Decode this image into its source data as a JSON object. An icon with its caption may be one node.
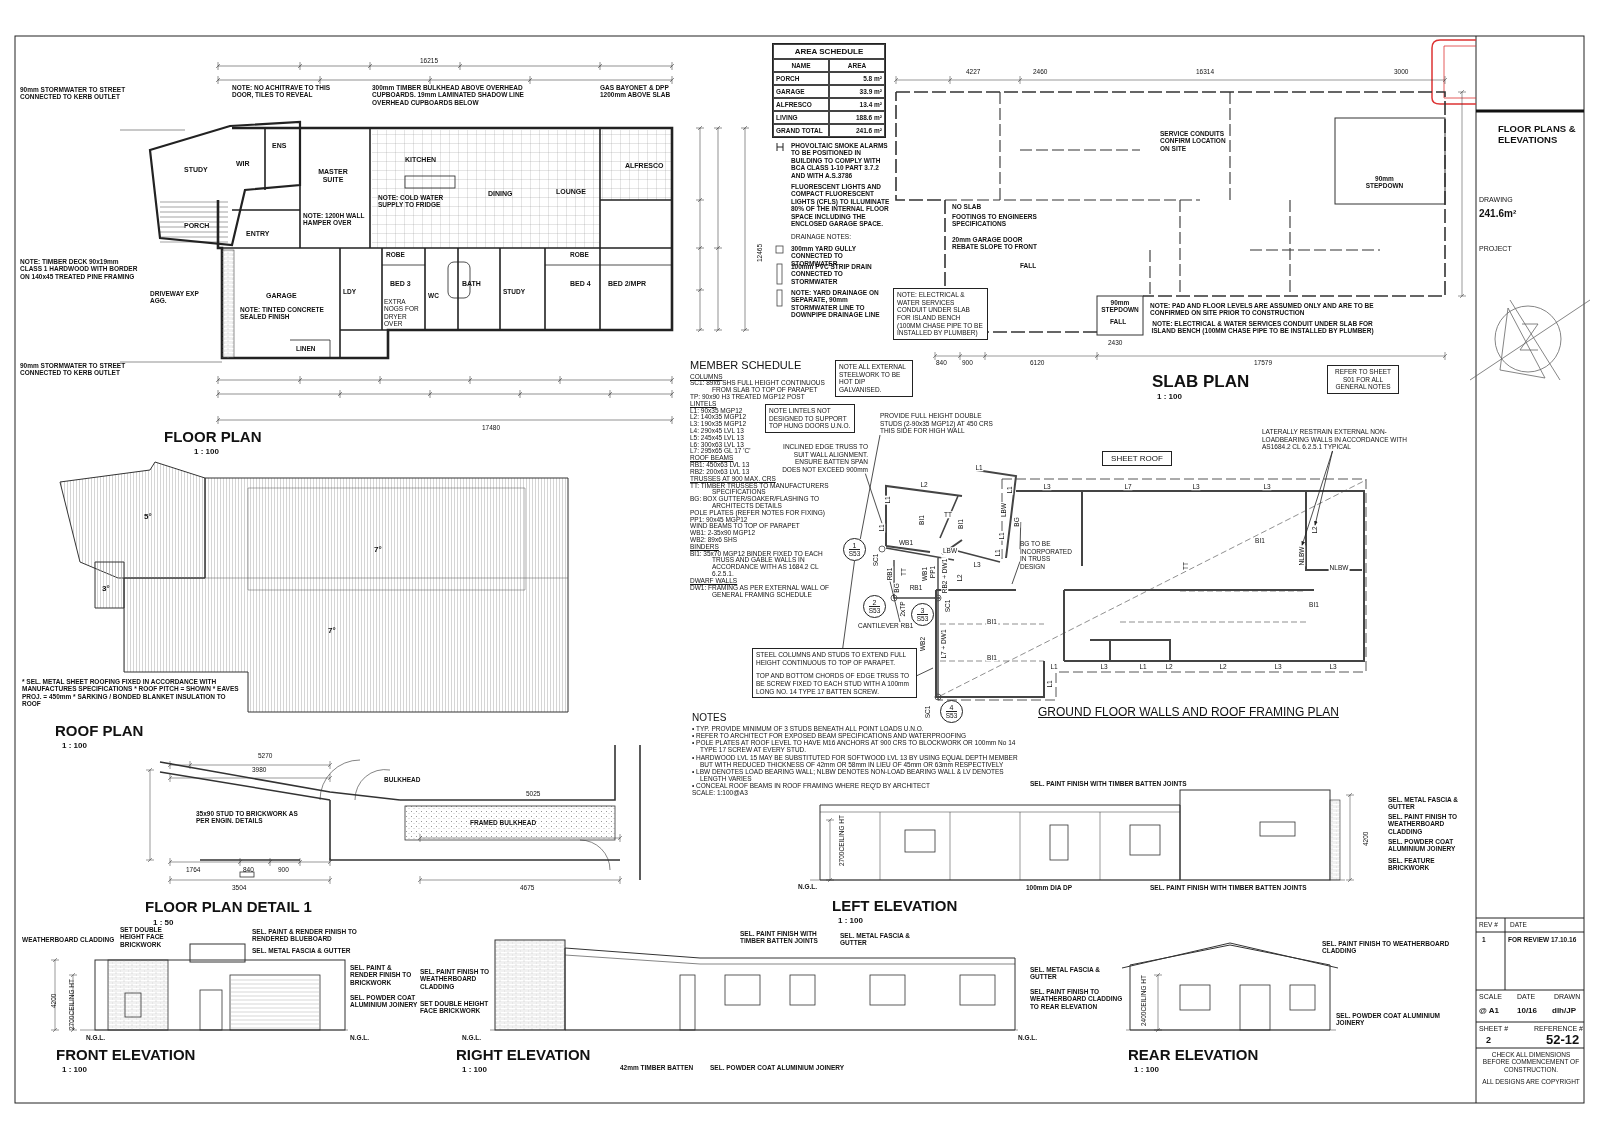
{
  "diagram": {
    "nodes": [
      {
        "text": [
          "NOTE ALL EXTERNAL STEELWORK TO BE HOT DIP GALVANISED."
        ]
      },
      {
        "text": [
          "NOTE LINTELS NOT DESIGNED TO SUPPORT TOP HUNG DOORS U.N.O."
        ]
      },
      {
        "text": [
          "INCLINED EDGE TRUSS TO SUIT WALL ALIGNMENT. ENSURE BATTEN SPAN DOES NOT EXCEED 900mm"
        ]
      },
      {
        "text": [
          "PROVIDE FULL HEIGHT DOUBLE STUDS (2-90x35 MGP12) AT 450 CRS THIS SIDE FOR HIGH WALL"
        ]
      },
      {
        "text": [
          "SHEET ROOF"
        ]
      },
      {
        "text": [
          "LATERALLY RESTRAIN EXTERNAL NON-LOADBEARING WALLS IN ACCORDANCE WITH AS1684.2 CL 6.2.5.1 TYPICAL"
        ]
      },
      {
        "text": [
          "BG TO BE INCORPORATED IN TRUSS DESIGN"
        ]
      },
      {
        "text": [
          "CANTILEVER RB1"
        ]
      },
      {
        "text": [
          "STEEL COLUMNS AND STUDS TO EXTEND FULL HEIGHT CONTINUOUS TO TOP OF PARAPET.",
          "TOP AND BOTTOM CHORDS OF EDGE TRUSS TO BE SCREW FIXED TO EACH STUD WITH A 100mm LONG NO. 14 TYPE 17 BATTEN SCREW."
        ]
      },
      {
        "text": [
          "NOTE: ELECTRICAL & WATER SERVICES CONDUIT UNDER SLAB FOR ISLAND BENCH (100MM CHASE PIPE TO BE INSTALLED BY PLUMBER)"
        ]
      },
      {
        "text": [
          "REFER TO SHEET S01 FOR ALL GENERAL NOTES"
        ]
      },
      {
        "text": [
          "1",
          "S53"
        ]
      },
      {
        "text": [
          "2",
          "S53"
        ]
      },
      {
        "text": [
          "3",
          "S53"
        ]
      },
      {
        "text": [
          "4",
          "S53"
        ]
      },
      {
        "text": [
          "BG"
        ]
      },
      {
        "text": [
          "L1"
        ]
      },
      {
        "text": [
          "RB1"
        ]
      },
      {
        "text": [
          "L2"
        ]
      },
      {
        "text": [
          "NLBW"
        ]
      }
    ],
    "edges": [
      {
        "from": 2,
        "to": 16,
        "arrow": "none"
      },
      {
        "from": 3,
        "to": 11,
        "arrow": "none"
      },
      {
        "from": 5,
        "to": 18,
        "arrow": "to"
      },
      {
        "from": 5,
        "to": 19,
        "arrow": "to"
      },
      {
        "from": 6,
        "to": 15,
        "arrow": "none"
      },
      {
        "from": 6,
        "to": null,
        "arrow": "none"
      },
      {
        "from": 7,
        "to": 17,
        "arrow": "none"
      },
      {
        "from": 8,
        "to": 11,
        "arrow": "none"
      },
      {
        "from": 8,
        "to": null,
        "arrow": "none"
      }
    ],
    "labels": [
      "90mm STORMWATER TO STREET CONNECTED TO KERB OUTLET",
      "NOTE: NO ACHITRAVE TO THIS DOOR, TILES TO REVEAL",
      "300mm TIMBER BULKHEAD ABOVE OVERHEAD CUPBOARDS. 19mm LAMINATED SHADOW LINE OVERHEAD CUPBOARDS BELOW",
      "GAS BAYONET & DPP 1200mm ABOVE SLAB",
      "16215",
      "STUDY",
      "WIR",
      "ENS",
      "MASTER SUITE",
      "KITCHEN",
      "DINING",
      "LOUNGE",
      "ALFRESCO",
      "NOTE: COLD WATER SUPPLY TO FRIDGE",
      "NOTE: 1200H WALL HAMPER OVER",
      "PORCH",
      "ENTRY",
      "ROBE",
      "ROBE",
      "NOTE: TIMBER DECK 90x19mm CLASS 1 HARDWOOD WITH BORDER ON 140x45 TREATED PINE FRAMING",
      "DRIVEWAY EXP AGG.",
      "GARAGE",
      "NOTE: TINTED CONCRETE SEALED FINISH",
      "LDY",
      "BED 3",
      "EXTRA NOGS FOR DRYER OVER",
      "WC",
      "BATH",
      "STUDY",
      "BED 4",
      "BED 2/MPR",
      "LINEN",
      "90mm STORMWATER TO STREET CONNECTED TO KERB OUTLET",
      "17480",
      "12465",
      "FLOOR PLAN",
      "1 : 100",
      "AREA SCHEDULE",
      "NAME",
      "AREA",
      "PORCH",
      "5.8 m²",
      "GARAGE",
      "33.9 m²",
      "ALFRESCO",
      "13.4 m²",
      "LIVING",
      "188.6 m²",
      "GRAND TOTAL",
      "241.6 m²",
      "PHOVOLTAIC SMOKE ALARMS TO BE POSITIONED IN BUILDING TO COMPLY WITH BCA CLASS 1-10 PART 3.7.2 AND WITH A.S.3786",
      "FLUORESCENT LIGHTS AND COMPACT FLUORESCENT LIGHTS (CFLS) TO ILLUMINATE 80% OF THE INTERNAL FLOOR SPACE INCLUDING THE ENCLOSED GARAGE SPACE.",
      "DRAINAGE NOTES:",
      "300mm YARD GULLY CONNECTED TO STORMWATER",
      "100mm PVC STRIP DRAIN CONNECTED TO STORMWATER",
      "NOTE: YARD DRAINAGE ON SEPARATE, 90mm STORMWATER LINE TO DOWNPIPE DRAINAGE LINE",
      "4227",
      "2460",
      "16314",
      "3000",
      "SERVICE CONDUITS CONFIRM LOCATION ON SITE",
      "90mm STEPDOWN",
      "NO SLAB",
      "FOOTINGS TO ENGINEERS SPECIFICATIONS",
      "20mm GARAGE DOOR REBATE SLOPE TO FRONT",
      "FALL",
      "90mm STEPDOWN",
      "FALL",
      "NOTE: PAD AND FLOOR LEVELS ARE ASSUMED ONLY AND ARE TO BE CONFIRMED ON SITE PRIOR TO CONSTRUCTION",
      "NOTE: ELECTRICAL & WATER SERVICES CONDUIT UNDER SLAB FOR ISLAND BENCH (100MM CHASE PIPE TO BE INSTALLED BY PLUMBER)",
      "2430",
      "840",
      "900",
      "6120",
      "17579",
      "SLAB PLAN",
      "1 : 100",
      "5°",
      "7°",
      "3°",
      "7°",
      "* SEL. METAL SHEET ROOFING FIXED IN ACCORDANCE WITH MANUFACTURES SPECIFICATIONS * ROOF PITCH = SHOWN * EAVES PROJ. = 450mm * SARKING / BONDED BLANKET INSULATION TO ROOF",
      "ROOF PLAN",
      "1 : 100",
      "MEMBER SCHEDULE",
      "COLUMNS",
      "SC1: 89x6 SHS FULL HEIGHT CONTINUOUS FROM SLAB TO TOP OF PARAPET",
      "TP: 90x90 H3 TREATED MGP12 POST",
      "LINTELS",
      "L1: 90x35 MGP12",
      "L2: 140x35 MGP12",
      "L3: 190x35 MGP12",
      "L4: 290x45 LVL 13",
      "L5: 245x45 LVL 13",
      "L6: 300x63 LVL 13",
      "L7: 295x65 GL 17 'C'",
      "ROOF BEAMS",
      "RB1: 450x63 LVL 13",
      "RB2: 200x63 LVL 13",
      "TRUSSES AT 900 MAX. CRS",
      "TT: TIMBER TRUSSES TO MANUFACTURERS SPECIFICATIONS",
      "BG: BOX GUTTER/SOAKER/FLASHING TO ARCHITECTS DETAILS",
      "POLE PLATES (REFER NOTES FOR FIXING)",
      "PP1: 90x45 MGP12",
      "WIND BEAMS TO TOP OF PARAPET",
      "WB1: 2-35x90 MGP12",
      "WB2: 89x6 SHS",
      "BINDERS",
      "BI1: 35x70 MGP12 BINDER FIXED TO EACH TRUSS AND GABLE WALLS IN ACCORDANCE WITH AS 1684.2 CL 6.2.5.1.",
      "DWARF WALLS",
      "DW1: FRAMING AS PER EXTERNAL WALL OF GENERAL FRAMING SCHEDULE",
      "NOTES",
      "• TYP. PROVIDE MINIMUM OF 3 STUDS BENEATH ALL POINT LOADS U.N.O.",
      "• REFER TO ARCHITECT FOR EXPOSED BEAM SPECIFICATIONS AND WATERPROOFING",
      "• POLE PLATES AT ROOF LEVEL TO HAVE M16 ANCHORS AT 900 CRS TO BLOCKWORK OR 100mm No 14 TYPE 17 SCREW AT EVERY STUD.",
      "• HARDWOOD LVL 15 MAY BE SUBSTITUTED FOR SOFTWOOD LVL 13 BY USING EQUAL DEPTH MEMBER BUT WITH REDUCED THICKNESS OF 42mm OR 58mm IN LIEU OF 45mm OR 63mm RESPECTIVELY",
      "• LBW DENOTES LOAD BEARING WALL; NLBW DENOTES NON-LOAD BEARING WALL & LV DENOTES LENGTH VARIES",
      "• CONCEAL ROOF BEAMS IN ROOF FRAMING WHERE REQ'D BY ARCHITECT",
      "SCALE: 1:100@A3",
      "L1",
      "L2",
      "L3",
      "L7",
      "L3",
      "L3",
      "L1",
      "TT",
      "BI1",
      "BI1",
      "LBW",
      "L1",
      "L1",
      "L1",
      "WB1",
      "LBW",
      "L3",
      "L2",
      "TT",
      "BG",
      "RB1",
      "WB1",
      "PP1",
      "RB2 + DW1",
      "2xTP",
      "SC1",
      "SC1",
      "SC1",
      "BI1",
      "TT",
      "NLBW",
      "BI1",
      "BI1",
      "BI1",
      "WB2",
      "L7 + DW1",
      "L1",
      "L3",
      "L1",
      "L2",
      "L2",
      "L3",
      "L3",
      "L1",
      "GROUND FLOOR WALLS AND ROOF FRAMING PLAN",
      "5270",
      "3980",
      "35x90 STUD TO BRICKWORK AS PER ENGIN. DETAILS",
      "BULKHEAD",
      "5025",
      "FRAMED BULKHEAD",
      "1764",
      "840",
      "900",
      "3504",
      "4675",
      "FLOOR PLAN DETAIL 1",
      "1 : 50",
      "WEATHERBOARD CLADDING",
      "SET DOUBLE HEIGHT FACE BRICKWORK",
      "SEL. PAINT & RENDER FINISH TO RENDERED BLUEBOARD",
      "SEL. METAL FASCIA & GUTTER",
      "4200",
      "2700CEILING HT",
      "SEL. PAINT & RENDER FINISH TO BRICKWORK",
      "SEL. POWDER COAT ALUMINIUM JOINERY",
      "N.G.L.",
      "N.G.L.",
      "FRONT ELEVATION",
      "1 : 100",
      "SEL. PAINT FINISH TO WEATHERBOARD CLADDING",
      "SET DOUBLE HEIGHT FACE BRICKWORK",
      "N.G.L.",
      "SEL. PAINT FINISH WITH TIMBER BATTEN JOINTS",
      "SEL. METAL FASCIA & GUTTER",
      "42mm TIMBER BATTEN",
      "SEL. POWDER COAT ALUMINIUM JOINERY",
      "N.G.L.",
      "RIGHT ELEVATION",
      "1 : 100",
      "SEL. PAINT FINISH WITH TIMBER BATTEN JOINTS",
      "SEL. METAL FASCIA & GUTTER",
      "SEL. PAINT FINISH TO WEATHERBOARD CLADDING",
      "SEL. POWDER COAT ALUMINIUM JOINERY",
      "SEL. FEATURE BRICKWORK",
      "N.G.L.",
      "100mm DIA DP",
      "SEL. PAINT FINISH WITH TIMBER BATTEN JOINTS",
      "4200",
      "2700CEILING HT",
      "LEFT ELEVATION",
      "1 : 100",
      "SEL. PAINT FINISH TO WEATHERBOARD CLADDING",
      "SEL. METAL FASCIA & GUTTER",
      "SEL. PAINT FINISH TO WEATHERBOARD CLADDING TO REAR ELEVATION",
      "SEL. POWDER COAT ALUMINIUM JOINERY",
      "2400CEILING HT",
      "REAR ELEVATION",
      "1 : 100",
      "FLOOR PLANS & ELEVATIONS",
      "DRAWING",
      "241.6m²",
      "PROJECT",
      "REV #",
      "DATE",
      "1",
      "FOR REVIEW 17.10.16",
      "SCALE",
      "DATE",
      "DRAWN",
      "@ A1",
      "10/16",
      "dlh/JP",
      "SHEET #",
      "REFERENCE #",
      "2",
      "52-12",
      "CHECK ALL DIMENSIONS BEFORE COMMENCEMENT OF CONSTRUCTION.",
      "ALL DESIGNS ARE COPYRIGHT"
    ]
  }
}
